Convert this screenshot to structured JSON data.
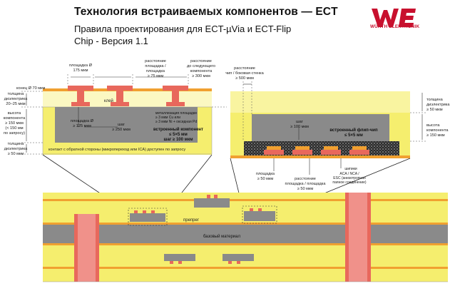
{
  "header": {
    "title": "Технология встраиваемых компонентов — ECT",
    "subtitle_line1": "Правила проектирования для ECT-µVia и ECT-Flip",
    "subtitle_line2": "Chip - Версия 1.1",
    "logo_mark": "WE",
    "logo_text": "WÜRTH ELEKTRONIK"
  },
  "left_detail": {
    "pad_top": "площадка Ø\n175 мкм",
    "pad_distance": "расстояние\nплощадка /\nплощадка\n≥ 75 мкм",
    "comp_distance": "расстояние\nдо следующего\nкомпонента\n≥ 300 мкм",
    "end_diameter": "конец Ø 70 мкм",
    "dielectric": "толщина\nдиэлектрика\n20–25 мкм",
    "glue": "клей",
    "comp_height": "высота\nкомпонента\n≥ 150 мкм\n(< 150 мм\nпо запросу)",
    "pad_bottom": "площадка Ø\n≥ 125 мкм",
    "pitch": "шаг\n≥ 250 мкм",
    "metallization": "металлизация площадки\n≥ 3 мкм Cu или\n≥ 3 мкм Ni + оксидная Pd",
    "component_label": "встроенный компонент\n≤ 5×5 мм\nшаг ≥ 100 мкм",
    "dielectric_bottom": "толщина\nдиэлектрика\n≥ 50 мкм",
    "backside": "контакт с обратной стороны (микропереход или ICA) доступен по запросу"
  },
  "right_detail": {
    "chip_wall": "расстояние\nчип / боковая стенка\n≥ 500 мкм",
    "dielectric": "толщина\nдиэлектрика\n≥ 50 мкм",
    "comp_height": "высота\nкомпонента\n≥ 150 мкм",
    "pitch": "шаг\n≥ 100 мкм",
    "chip_label": "встроенный флип-чип\n≤ 5×5 мм",
    "pad1": "площадка\n≥ 50 мкм",
    "pad_distance": "расстояние\nплощадка / площадка\n≥ 50 мкм",
    "bump": "шипики",
    "adhesive": "ACA / NCA /\nESC (анизотропная\nпаяное соединение)"
  },
  "board": {
    "prepreg": "препрег",
    "base": "базовый материал"
  },
  "colors": {
    "yellow": "#f5ee6e",
    "light_yellow": "#fbf8c2",
    "gray": "#8a8a8a",
    "dark_gray": "#555555",
    "copper": "#e8685c",
    "orange": "#f0a030",
    "red": "#c8102e"
  }
}
